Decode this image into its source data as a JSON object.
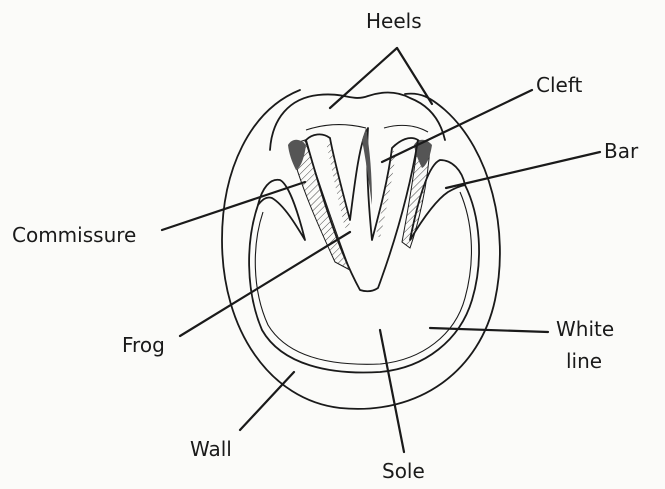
{
  "labels": {
    "heels": "Heels",
    "cleft": "Cleft",
    "bar": "Bar",
    "commissure": "Commissure",
    "frog": "Frog",
    "white_line_1": "White",
    "white_line_2": "line",
    "wall": "Wall",
    "sole": "Sole"
  },
  "colors": {
    "ink": "#1a1a1a",
    "shade": "#555555",
    "background": "#fbfbf9"
  }
}
